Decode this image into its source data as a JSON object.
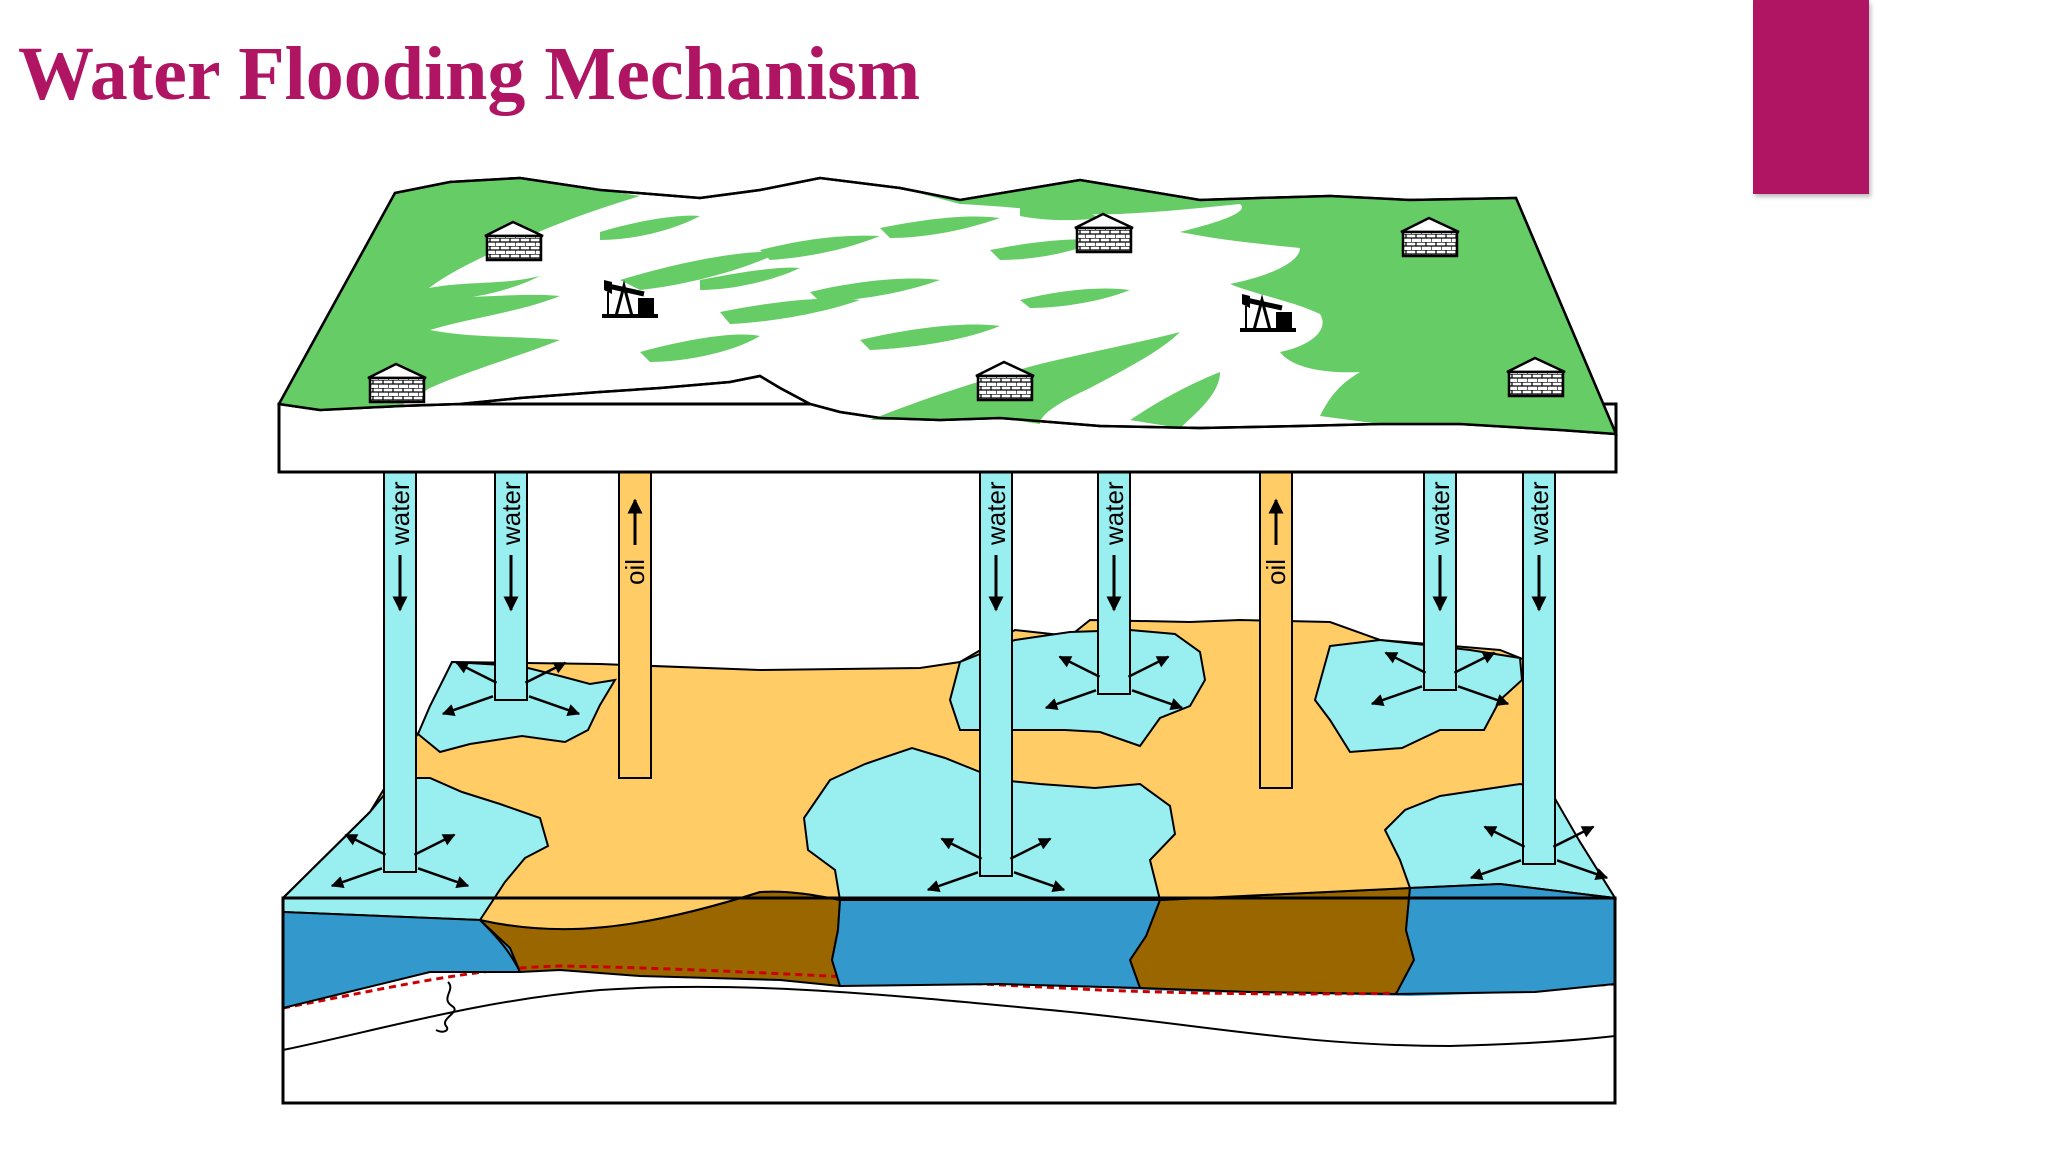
{
  "slide": {
    "title": "Water Flooding Mechanism"
  },
  "colors": {
    "title": "#B01563",
    "accent_bar": "#B01563",
    "land_green": "#66CC66",
    "land_white": "#FFFFFF",
    "water_column": "#99EEF0",
    "oil_column": "#FFCC66",
    "reservoir_oil": "#FFCC66",
    "reservoir_water": "#3399CC",
    "oil_bank": "#996600",
    "water_flooded_zone": "#99EEF0",
    "oil_water_contact": "#CC0000",
    "outline": "#000000"
  },
  "icons": {
    "house": "house-icon",
    "pump_jack": "pumpjack-icon",
    "flow_arrow": "arrow-icon"
  },
  "diagram": {
    "water_label": "water",
    "oil_label": "oil",
    "wells": [
      {
        "label": "water",
        "type": "injector"
      },
      {
        "label": "water",
        "type": "injector"
      },
      {
        "label": "oil",
        "type": "producer"
      },
      {
        "label": "water",
        "type": "injector"
      },
      {
        "label": "water",
        "type": "injector"
      },
      {
        "label": "oil",
        "type": "producer"
      },
      {
        "label": "water",
        "type": "injector"
      },
      {
        "label": "water",
        "type": "injector"
      }
    ]
  }
}
